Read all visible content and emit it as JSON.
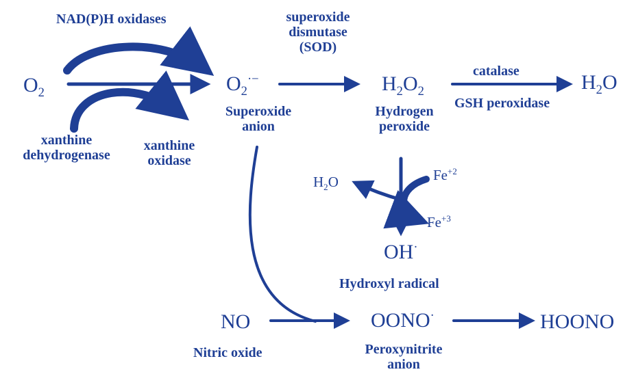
{
  "colors": {
    "ink": "#1f3f95",
    "background": "#ffffff"
  },
  "enzymes": {
    "nadph_oxidases": "NAD(P)H oxidases",
    "xanthine_dehydrogenase_line1": "xanthine",
    "xanthine_dehydrogenase_line2": "dehydrogenase",
    "xanthine_oxidase_line1": "xanthine",
    "xanthine_oxidase_line2": "oxidase",
    "sod_line1": "superoxide",
    "sod_line2": "dismutase",
    "sod_line3": "(SOD)",
    "catalase": "catalase",
    "gsh_peroxidase": "GSH peroxidase"
  },
  "species": {
    "o2_base": "O",
    "o2_sub": "2",
    "superoxide_base": "O",
    "superoxide_sub": "2",
    "superoxide_sup": "·−",
    "superoxide_label_line1": "Superoxide",
    "superoxide_label_line2": "anion",
    "h2o2_h": "H",
    "h2o2_sub1": "2",
    "h2o2_o": "O",
    "h2o2_sub2": "2",
    "h2o2_label_line1": "Hydrogen",
    "h2o2_label_line2": "peroxide",
    "water_h": "H",
    "water_sub": "2",
    "water_o": "O",
    "fenton_water_h": "H",
    "fenton_water_sub": "2",
    "fenton_water_o": "O",
    "fe2_base": "Fe",
    "fe2_sup": "+2",
    "fe3_base": "Fe",
    "fe3_sup": "+3",
    "hydroxyl_base": "OH",
    "hydroxyl_sup": "·",
    "hydroxyl_label": "Hydroxyl radical",
    "no": "NO",
    "no_label": "Nitric oxide",
    "peroxynitrite_base": "OONO",
    "peroxynitrite_sup": "·",
    "peroxynitrite_label_line1": "Peroxynitrite",
    "peroxynitrite_label_line2": "anion",
    "hoono": "HOONO"
  }
}
